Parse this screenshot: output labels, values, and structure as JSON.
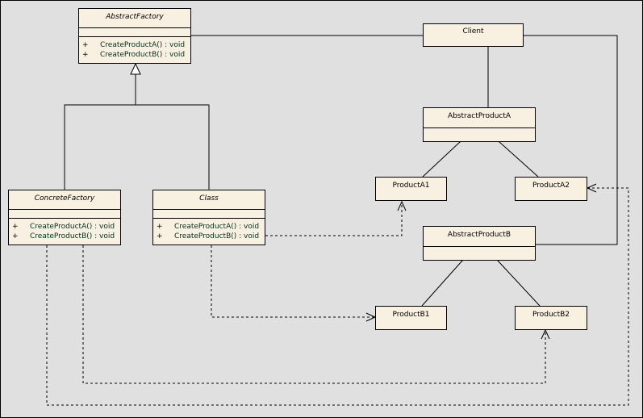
{
  "diagram": {
    "classes": {
      "abstract_factory": {
        "name": "AbstractFactory",
        "ops": [
          {
            "vis": "+",
            "sig": "CreateProductA() : void"
          },
          {
            "vis": "+",
            "sig": "CreateProductB() : void"
          }
        ]
      },
      "client": {
        "name": "Client"
      },
      "abstract_product_a": {
        "name": "AbstractProductA"
      },
      "product_a1": {
        "name": "ProductA1"
      },
      "product_a2": {
        "name": "ProductA2"
      },
      "concrete_factory": {
        "name": "ConcreteFactory",
        "ops": [
          {
            "vis": "+",
            "sig": "CreateProductA() : void"
          },
          {
            "vis": "+",
            "sig": "CreateProductB() : void"
          }
        ]
      },
      "class": {
        "name": "Class",
        "ops": [
          {
            "vis": "+",
            "sig": "CreateProductA() : void"
          },
          {
            "vis": "+",
            "sig": "CreateProductB() : void"
          }
        ]
      },
      "abstract_product_b": {
        "name": "AbstractProductB"
      },
      "product_b1": {
        "name": "ProductB1"
      },
      "product_b2": {
        "name": "ProductB2"
      }
    }
  }
}
